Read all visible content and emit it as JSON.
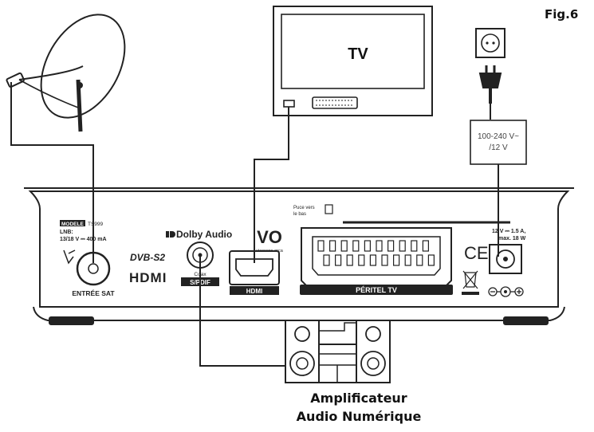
{
  "figure": {
    "label": "Fig.6"
  },
  "tv": {
    "label": "TV"
  },
  "power_adapter": {
    "line1": "100-240 V~",
    "line2": "/12 V"
  },
  "receiver": {
    "model_label": "MODELE",
    "model_value": "TS999",
    "lnb_label": "LNB:",
    "lnb_spec": "13/18 V ⎓ 400 mA",
    "dolby": "Dolby Audio",
    "dvb": "DVB-S2",
    "hdmi_logo": "HDMI",
    "vo_logo": "VO",
    "vo_sub": "viaccess-orca",
    "card_hint_1": "Puce vers",
    "card_hint_2": "le bas",
    "coax_label": "Coax",
    "spdif_label": "S/PDIF",
    "hdmi_port_label": "HDMI",
    "sat_label": "ENTRÉE SAT",
    "peritel_label": "PÉRITEL TV",
    "power_rating_1": "12 V ⎓ 1.5 A,",
    "power_rating_2": "max. 18 W",
    "ce_mark": "CE"
  },
  "amplifier": {
    "line1": "Amplificateur",
    "line2": "Audio Numérique"
  }
}
